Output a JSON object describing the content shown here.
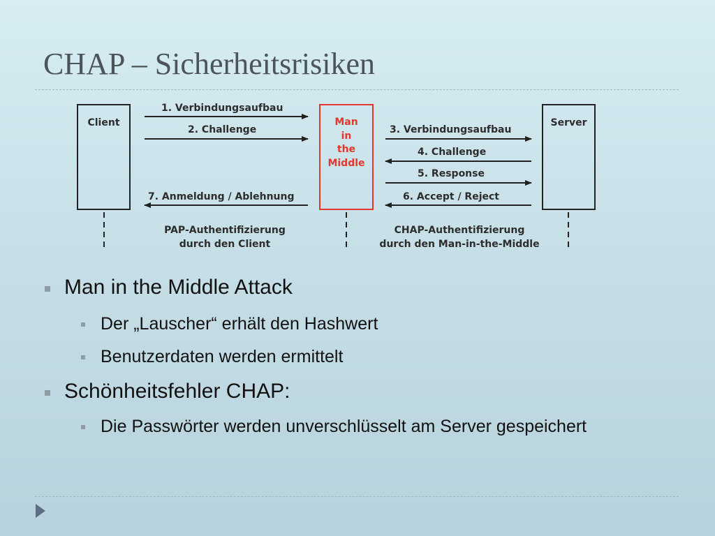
{
  "slide": {
    "title": "CHAP – Sicherheitsrisiken"
  },
  "diagram": {
    "client_label": "Client",
    "server_label": "Server",
    "mitm_lines": [
      "Man",
      "in",
      "the",
      "Middle"
    ],
    "messages": {
      "m1": "1. Verbindungsaufbau",
      "m2": "2. Challenge",
      "m3": "3. Verbindungsaufbau",
      "m4": "4. Challenge",
      "m5": "5. Response",
      "m6": "6. Accept / Reject",
      "m7": "7. Anmeldung / Ablehnung"
    },
    "caption_left": [
      "PAP-Authentifizierung",
      "durch den Client"
    ],
    "caption_right": [
      "CHAP-Authentifizierung",
      "durch den Man-in-the-Middle"
    ],
    "mitm_color": "#e2382e"
  },
  "bullets": [
    {
      "text": "Man in the Middle Attack",
      "sub": [
        "Der „Lauscher“ erhält den Hashwert",
        "Benutzerdaten werden ermittelt"
      ]
    },
    {
      "text": "Schönheitsfehler CHAP:",
      "sub": [
        "Die Passwörter werden unverschlüsselt am Server gespeichert"
      ]
    }
  ],
  "nav": {
    "icon": "play-icon"
  }
}
